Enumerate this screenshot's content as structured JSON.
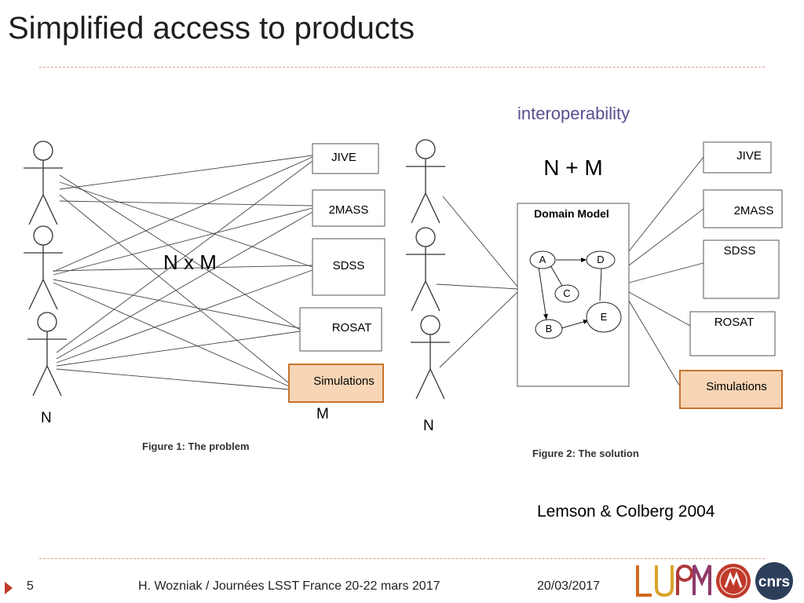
{
  "slide": {
    "title": "Simplified access to products",
    "subtitle": "interoperability",
    "citation": "Lemson & Colberg 2004"
  },
  "figure1": {
    "label": "N x M",
    "n_label": "N",
    "m_label": "M",
    "caption": "Figure 1: The problem",
    "products": [
      "JIVE",
      "2MASS",
      "SDSS",
      "ROSAT",
      "Simulations"
    ]
  },
  "figure2": {
    "label": "N + M",
    "n_label": "N",
    "model_title": "Domain Model",
    "nodes": [
      "A",
      "D",
      "C",
      "E",
      "B"
    ],
    "caption": "Figure 2: The solution",
    "products": [
      "JIVE",
      "2MASS",
      "SDSS",
      "ROSAT",
      "Simulations"
    ]
  },
  "footer": {
    "page": "5",
    "author": "H. Wozniak / Journées LSST France 20-22 mars 2017",
    "date": "20/03/2017",
    "logos": [
      "lupm",
      "university-seal",
      "cnrs"
    ]
  },
  "colors": {
    "highlight_fill": "#f8d5b5",
    "highlight_border": "#c8742e",
    "subtitle": "#5b4f8f",
    "accent": "#c0392b"
  }
}
